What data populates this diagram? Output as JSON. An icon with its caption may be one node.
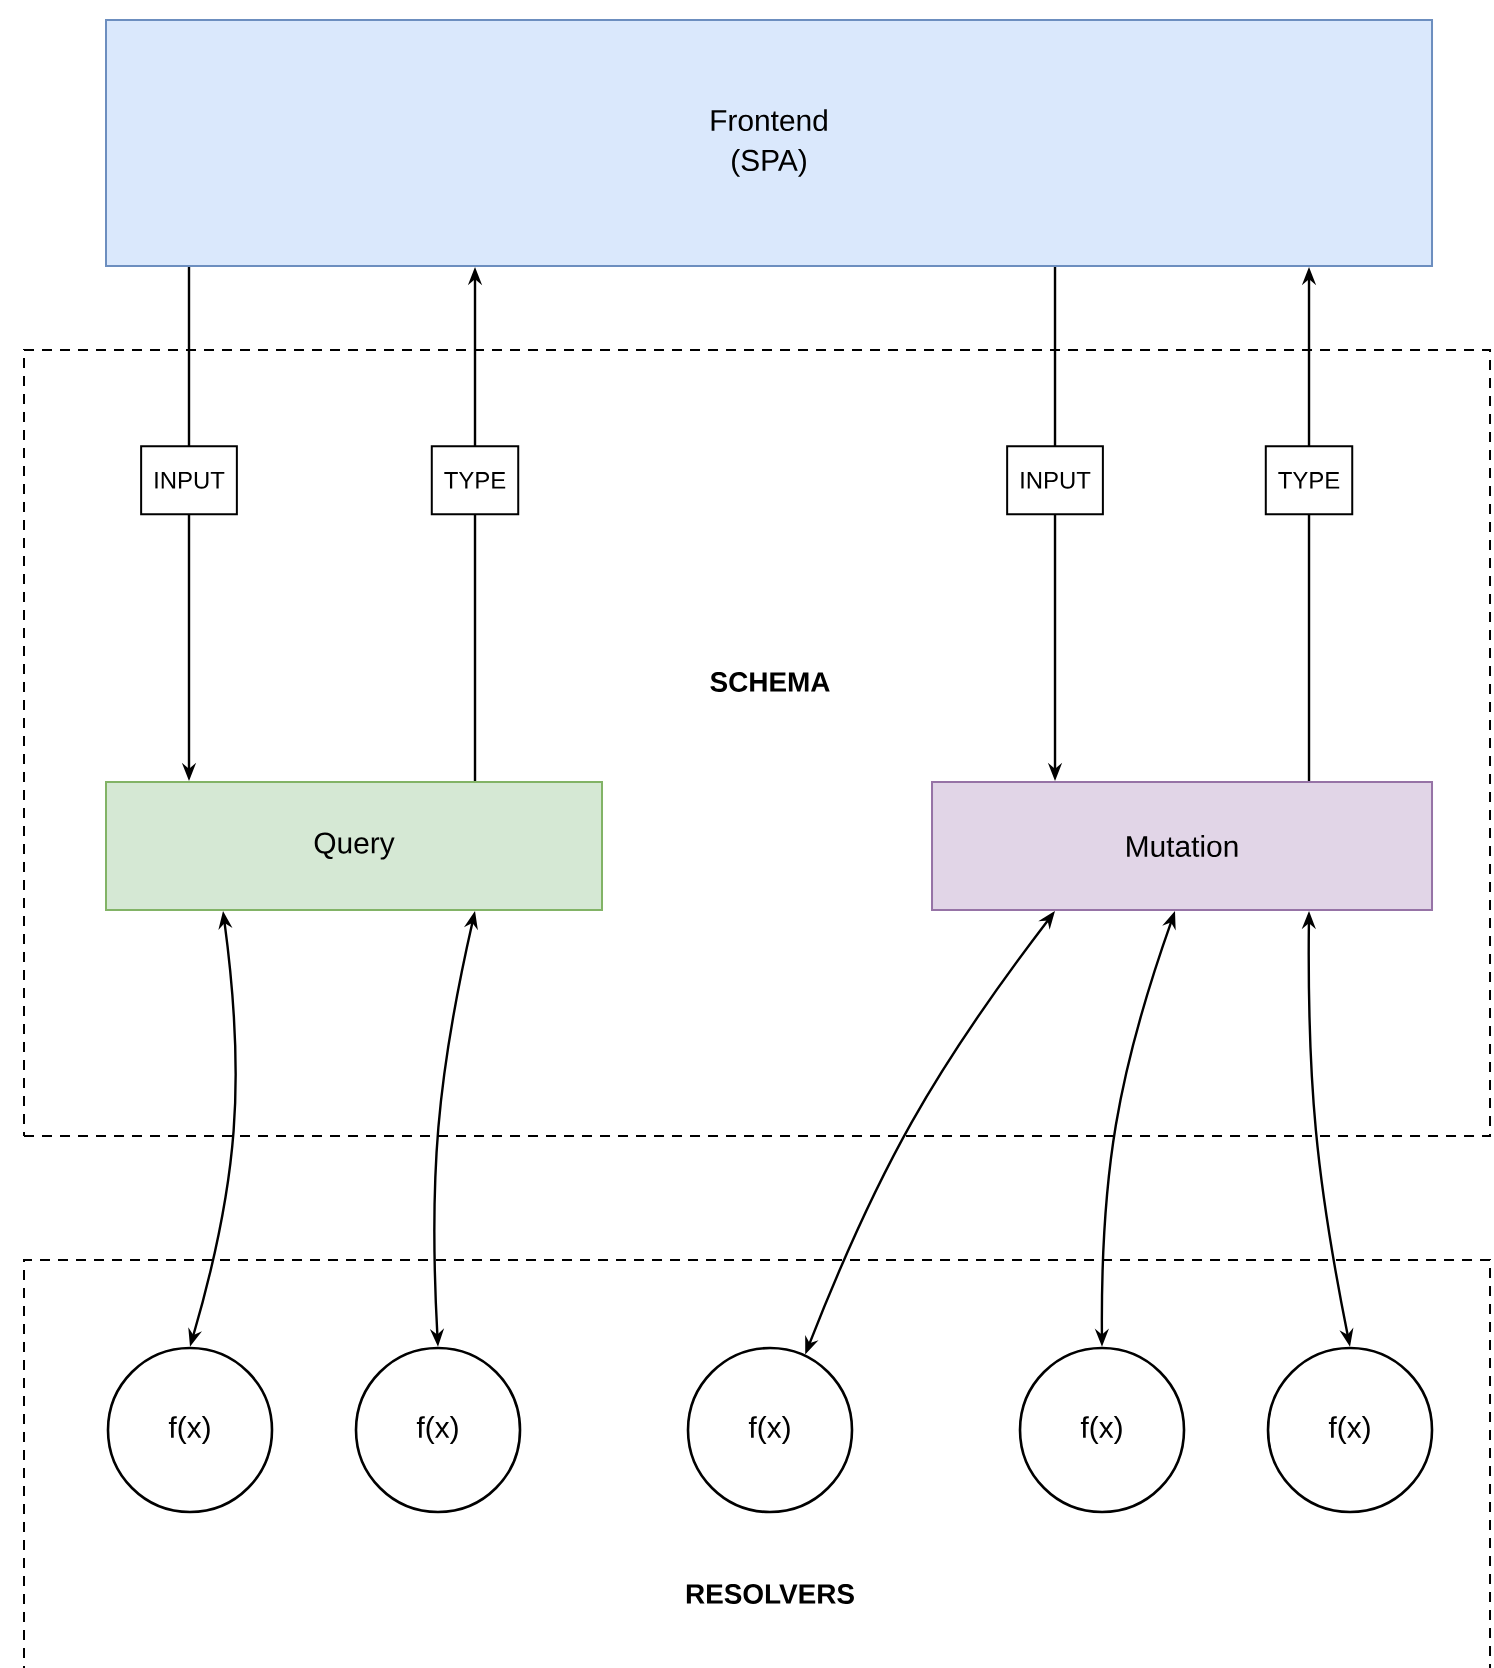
{
  "diagram": {
    "nodes": [
      {
        "text": [
          "Frontend (SPA)"
        ]
      },
      {
        "text": [
          "SCHEMA"
        ]
      },
      {
        "text": [
          "Query"
        ],
        "in": 1
      },
      {
        "text": [
          "Mutation"
        ],
        "in": 1
      },
      {
        "text": [
          "RESOLVERS"
        ]
      },
      {
        "text": [
          "f(x)"
        ],
        "in": 4
      },
      {
        "text": [
          "f(x)"
        ],
        "in": 4
      },
      {
        "text": [
          "f(x)"
        ],
        "in": 4
      },
      {
        "text": [
          "f(x)"
        ],
        "in": 4
      },
      {
        "text": [
          "f(x)"
        ],
        "in": 4
      }
    ],
    "edges": [
      {
        "from": 0,
        "to": 2,
        "arrow": "to",
        "label": "INPUT"
      },
      {
        "from": 2,
        "to": 0,
        "arrow": "to",
        "label": "TYPE"
      },
      {
        "from": 0,
        "to": 3,
        "arrow": "to",
        "label": "INPUT"
      },
      {
        "from": 3,
        "to": 0,
        "arrow": "to",
        "label": "TYPE"
      },
      {
        "from": 2,
        "to": 5,
        "arrow": "both"
      },
      {
        "from": 2,
        "to": 6,
        "arrow": "both"
      },
      {
        "from": 3,
        "to": 7,
        "arrow": "both"
      },
      {
        "from": 3,
        "to": 8,
        "arrow": "both"
      },
      {
        "from": 3,
        "to": 9,
        "arrow": "both"
      }
    ]
  }
}
